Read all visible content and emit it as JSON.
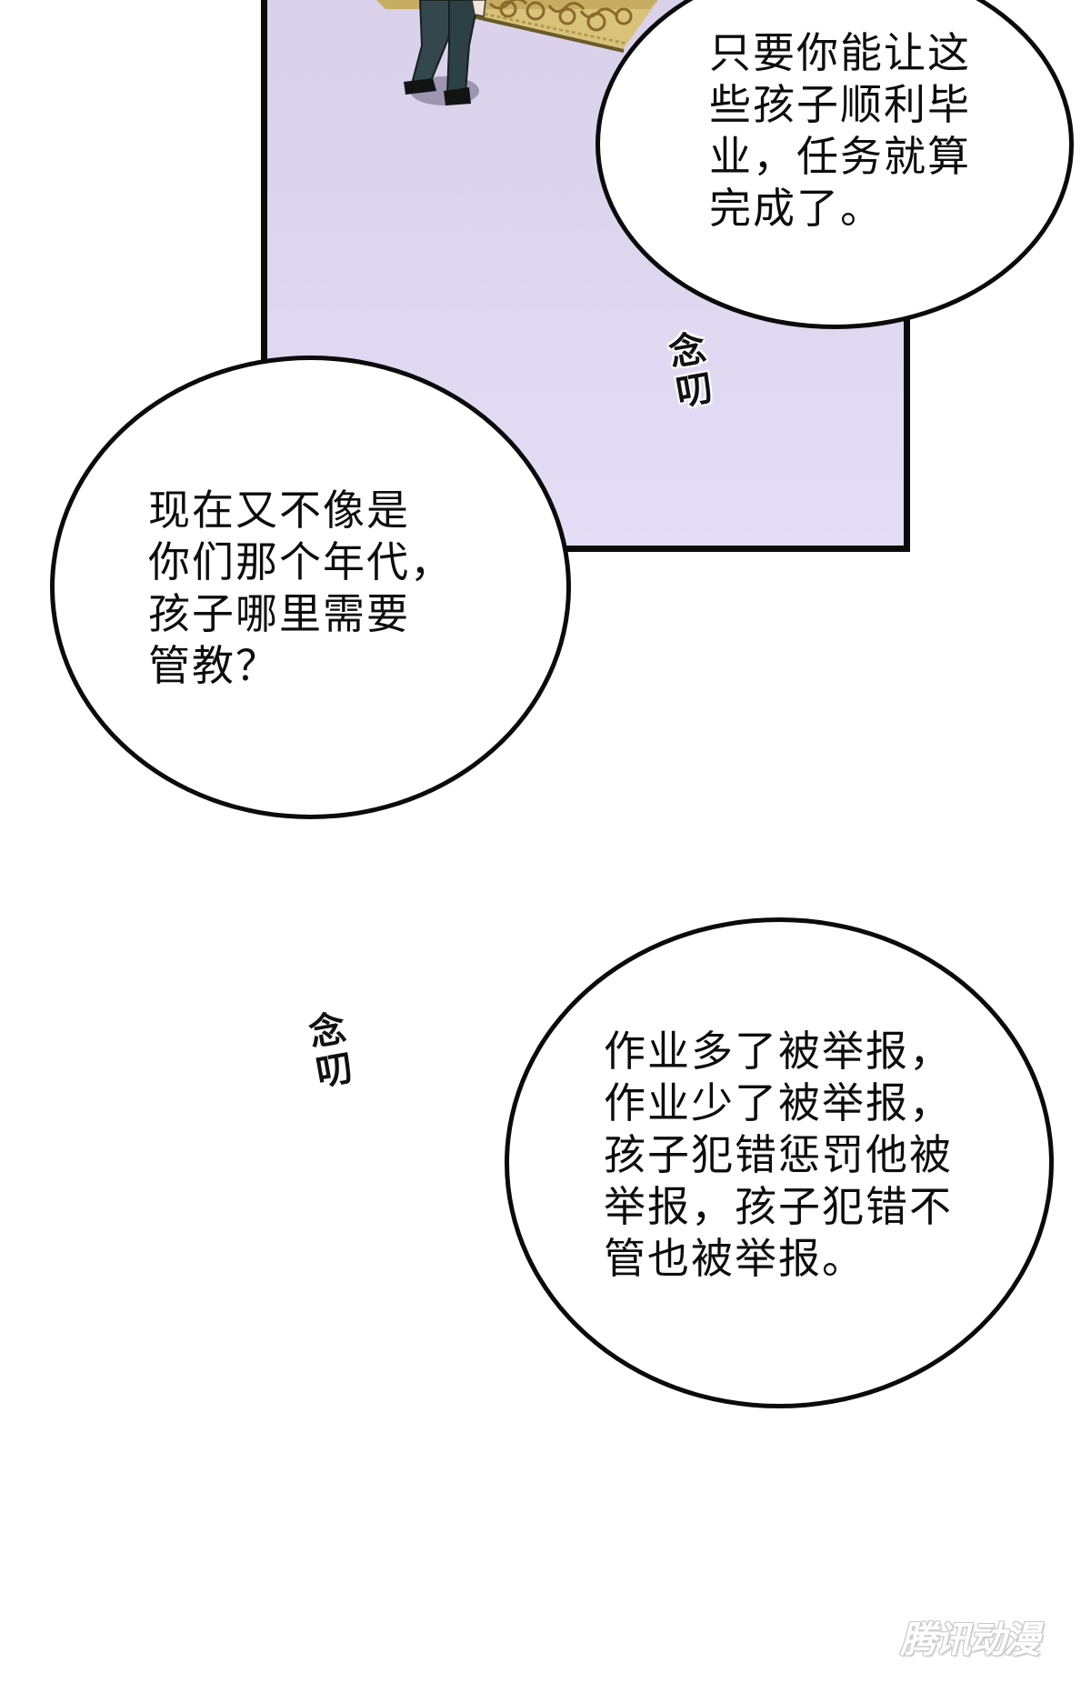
{
  "page": {
    "type": "comic-strip-page",
    "background_color": "#ffffff"
  },
  "panel": {
    "fill_top": "#d9d1ea",
    "fill_bottom": "#e5ddf6",
    "border_color": "#0b0b0b",
    "scene": "figure-in-dark-suit-standing-on-lavender-floor-near-ornate-gold-carpet"
  },
  "bubbles": [
    {
      "id": "bubble-top-right",
      "lines": [
        "只要你能让这",
        "些孩子顺利毕",
        "业，任务就算",
        "完成了。"
      ]
    },
    {
      "id": "bubble-middle-left",
      "lines": [
        "现在又不像是",
        "你们那个年代，",
        "孩子哪里需要",
        "管教？"
      ]
    },
    {
      "id": "bubble-bottom-right",
      "lines": [
        "作业多了被举报，",
        "作业少了被举报，",
        "孩子犯错惩罚他被",
        "举报，孩子犯错不",
        "管也被举报。"
      ]
    }
  ],
  "sfx": [
    {
      "id": "sfx-upper",
      "chars": [
        "念",
        "叨"
      ]
    },
    {
      "id": "sfx-lower",
      "chars": [
        "念",
        "叨"
      ]
    }
  ],
  "watermark": {
    "text": "腾讯动漫",
    "color": "#c9c9c9"
  }
}
